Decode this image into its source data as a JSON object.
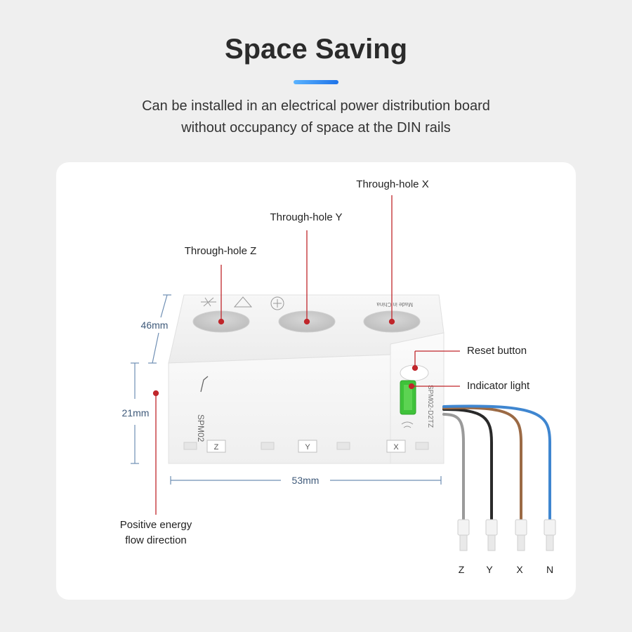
{
  "header": {
    "title": "Space Saving",
    "subtitle_line1": "Can be installed in an electrical power distribution board",
    "subtitle_line2": "without occupancy of space at the DIN rails"
  },
  "diagram": {
    "labels": {
      "through_hole_x": "Through-hole X",
      "through_hole_y": "Through-hole Y",
      "through_hole_z": "Through-hole Z",
      "reset_button": "Reset button",
      "indicator_light": "Indicator light",
      "energy_flow_line1": "Positive energy",
      "energy_flow_line2": "flow direction"
    },
    "dimensions": {
      "depth": "46mm",
      "height": "21mm",
      "width": "53mm"
    },
    "device": {
      "model_front": "SPM02",
      "model_side": "SPM02-D2TZ",
      "made_in": "Made in China",
      "ports": [
        "Z",
        "Y",
        "X"
      ]
    },
    "wires": [
      {
        "label": "Z",
        "color": "#9a9a9a"
      },
      {
        "label": "Y",
        "color": "#2a2a2a"
      },
      {
        "label": "X",
        "color": "#9b6a45"
      },
      {
        "label": "N",
        "color": "#3f86d0"
      }
    ],
    "colors": {
      "pointer_red": "#c0262b",
      "indicator_green": "#3fc23a",
      "dimension_blue": "#6f8fb4"
    }
  }
}
